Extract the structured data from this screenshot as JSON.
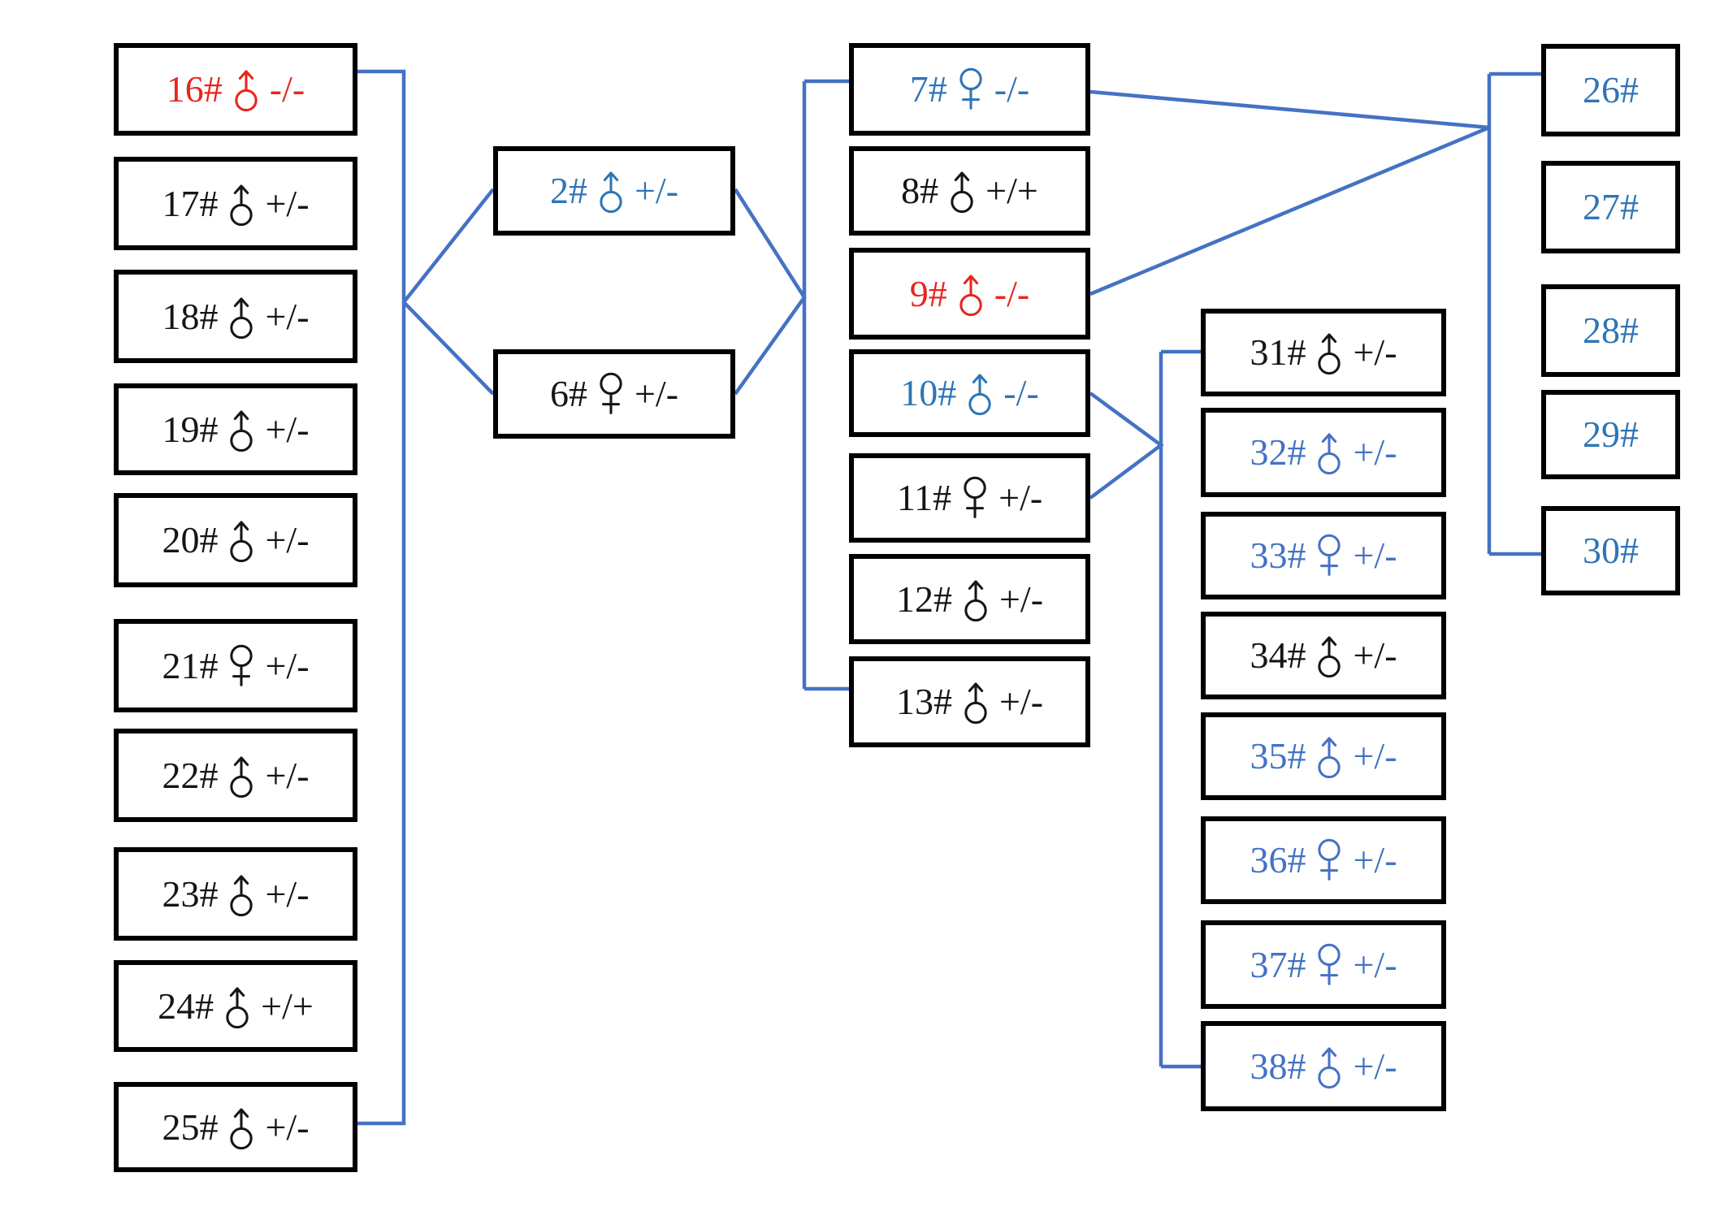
{
  "diagram": {
    "type": "pedigree",
    "description": "Mouse breeding pedigree with numbered animals, sex symbols and genotypes",
    "colors": {
      "red": "#e8251d",
      "blue": "#2e75b6",
      "blue_light": "#4472c4",
      "black": "#151515",
      "line": "#4472c4",
      "border": "#000000",
      "background": "#ffffff"
    },
    "boxes": {
      "b16": {
        "num": "16#",
        "sex": "male",
        "genotype": "-/-",
        "color": "red"
      },
      "b17": {
        "num": "17#",
        "sex": "male",
        "genotype": "+/-",
        "color": "black"
      },
      "b18": {
        "num": "18#",
        "sex": "male",
        "genotype": "+/-",
        "color": "black"
      },
      "b19": {
        "num": "19#",
        "sex": "male",
        "genotype": "+/-",
        "color": "black"
      },
      "b20": {
        "num": "20#",
        "sex": "male",
        "genotype": "+/-",
        "color": "black"
      },
      "b21": {
        "num": "21#",
        "sex": "female",
        "genotype": "+/-",
        "color": "black"
      },
      "b22": {
        "num": "22#",
        "sex": "male",
        "genotype": "+/-",
        "color": "black"
      },
      "b23": {
        "num": "23#",
        "sex": "male",
        "genotype": "+/-",
        "color": "black"
      },
      "b24": {
        "num": "24#",
        "sex": "male",
        "genotype": "+/+",
        "color": "black"
      },
      "b25": {
        "num": "25#",
        "sex": "male",
        "genotype": "+/-",
        "color": "black"
      },
      "b2": {
        "num": "2#",
        "sex": "male",
        "genotype": "+/-",
        "color": "blue"
      },
      "b6": {
        "num": "6#",
        "sex": "female",
        "genotype": "+/-",
        "color": "black"
      },
      "b7": {
        "num": "7#",
        "sex": "female",
        "genotype": "-/-",
        "color": "blue"
      },
      "b8": {
        "num": "8#",
        "sex": "male",
        "genotype": "+/+",
        "color": "black"
      },
      "b9": {
        "num": "9#",
        "sex": "male",
        "genotype": "-/-",
        "color": "red"
      },
      "b10": {
        "num": "10#",
        "sex": "male",
        "genotype": "-/-",
        "color": "blue"
      },
      "b11": {
        "num": "11#",
        "sex": "female",
        "genotype": "+/-",
        "color": "black"
      },
      "b12": {
        "num": "12#",
        "sex": "male",
        "genotype": "+/-",
        "color": "black"
      },
      "b13": {
        "num": "13#",
        "sex": "male",
        "genotype": "+/-",
        "color": "black"
      },
      "b31": {
        "num": "31#",
        "sex": "male",
        "genotype": "+/-",
        "color": "black"
      },
      "b32": {
        "num": "32#",
        "sex": "male",
        "genotype": "+/-",
        "color": "blue_light"
      },
      "b33": {
        "num": "33#",
        "sex": "female",
        "genotype": "+/-",
        "color": "blue_light"
      },
      "b34": {
        "num": "34#",
        "sex": "male",
        "genotype": "+/-",
        "color": "black"
      },
      "b35": {
        "num": "35#",
        "sex": "male",
        "genotype": "+/-",
        "color": "blue_light"
      },
      "b36": {
        "num": "36#",
        "sex": "female",
        "genotype": "+/-",
        "color": "blue_light"
      },
      "b37": {
        "num": "37#",
        "sex": "female",
        "genotype": "+/-",
        "color": "blue_light"
      },
      "b38": {
        "num": "38#",
        "sex": "male",
        "genotype": "+/-",
        "color": "blue_light"
      },
      "b26": {
        "num": "26#",
        "sex": "",
        "genotype": "",
        "color": "blue"
      },
      "b27": {
        "num": "27#",
        "sex": "",
        "genotype": "",
        "color": "blue"
      },
      "b28": {
        "num": "28#",
        "sex": "",
        "genotype": "",
        "color": "blue"
      },
      "b29": {
        "num": "29#",
        "sex": "",
        "genotype": "",
        "color": "blue"
      },
      "b30": {
        "num": "30#",
        "sex": "",
        "genotype": "",
        "color": "blue"
      }
    },
    "matings": [
      {
        "parents": [
          "2#",
          "6#"
        ],
        "offspring": [
          "16#",
          "17#",
          "18#",
          "19#",
          "20#",
          "21#",
          "22#",
          "23#",
          "24#",
          "25#"
        ]
      },
      {
        "parents": [
          "2#",
          "6#"
        ],
        "offspring": [
          "7#",
          "8#",
          "9#",
          "10#",
          "11#",
          "12#",
          "13#"
        ]
      },
      {
        "parents": [
          "7#",
          "9#"
        ],
        "offspring": [
          "26#",
          "27#",
          "28#",
          "29#",
          "30#"
        ]
      },
      {
        "parents": [
          "10#",
          "11#"
        ],
        "offspring": [
          "31#",
          "32#",
          "33#",
          "34#",
          "35#",
          "36#",
          "37#",
          "38#"
        ]
      }
    ]
  }
}
